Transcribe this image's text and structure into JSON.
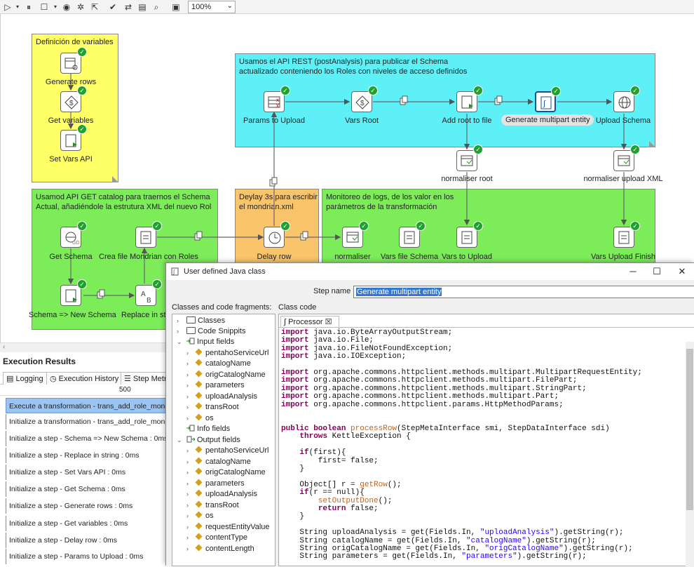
{
  "toolbar": {
    "zoom": "100%",
    "icons": [
      "run-icon",
      "run-options-icon",
      "pause-icon",
      "stop-icon",
      "stop-options-icon",
      "preview-icon",
      "debug-icon",
      "replay-icon",
      "verify-icon",
      "impact-icon",
      "sql-icon",
      "explore-db-icon",
      "show-results-icon"
    ]
  },
  "notes": {
    "definicion": "Definición de variables",
    "rest": "Usamos el API REST (postAnalysis) para publicar el Schema\nactualizado conteniendo los Roles con niveles de acceso definidos",
    "get_catalog": "Usamod API GET catalog para traernos el Schema\nActual, añadiéndole la estrutura XML del nuevo Rol",
    "delay": "Deylay 3s para escribir\nel mondrian.xml",
    "monitoreo": "Monitoreo de logs, de los valor en los\nparámetros de la transformación"
  },
  "steps": {
    "generate_rows": "Generate rows",
    "get_variables": "Get variables",
    "set_vars_api": "Set Vars API",
    "params_to_upload": "Params to Upload",
    "vars_root": "Vars Root",
    "add_root_to_file": "Add root to file",
    "generate_multipart": "Generate multipart entity",
    "upload_schema": "Upload Schema",
    "normaliser_root": "normaliser root",
    "normaliser_upload_xml": "normaliser upload XML",
    "get_schema": "Get Schema",
    "crea_file": "Crea file Mondrian con Roles",
    "delay_row": "Delay row",
    "normaliser": "normaliser",
    "vars_file_schema": "Vars file Schema",
    "vars_to_upload": "Vars to Upload",
    "vars_upload_finish": "Vars Upload Finish",
    "schema_new_schema": "Schema => New Schema",
    "replace_in_string": "Replace in stri"
  },
  "execution": {
    "title": "Execution Results",
    "tabs": [
      "Logging",
      "Execution History",
      "Step Metr"
    ],
    "ruler": "500",
    "rows": [
      "Execute a transformation - trans_add_role_mondri",
      "Initialize a transformation - trans_add_role_mondri",
      "Initialize a step - Schema => New Schema : 0ms",
      "Initialize a step - Replace in string : 0ms",
      "Initialize a step - Set Vars API : 0ms",
      "Initialize a step - Get Schema : 0ms",
      "Initialize a step - Generate rows : 0ms",
      "Initialize a step - Get variables : 0ms",
      "Initialize a step - Delay row : 0ms",
      "Initialize a step - Params to Upload : 0ms"
    ]
  },
  "dialog": {
    "title": "User defined Java class",
    "step_name_label": "Step name",
    "step_name_value": "Generate multipart entity",
    "classes_label": "Classes and code fragments:",
    "class_code_label": "Class code",
    "tab_label": "Processor",
    "tree": {
      "classes": "Classes",
      "code_snippits": "Code Snippits",
      "input_fields": "Input fields",
      "input_items": [
        "pentahoServiceUrl",
        "catalogName",
        "origCatalogName",
        "parameters",
        "uploadAnalysis",
        "transRoot",
        "os"
      ],
      "info_fields": "Info fields",
      "output_fields": "Output fields",
      "output_items": [
        "pentahoServiceUrl",
        "catalogName",
        "origCatalogName",
        "parameters",
        "uploadAnalysis",
        "transRoot",
        "os",
        "requestEntityValue",
        "contentType",
        "contentLength"
      ]
    }
  }
}
